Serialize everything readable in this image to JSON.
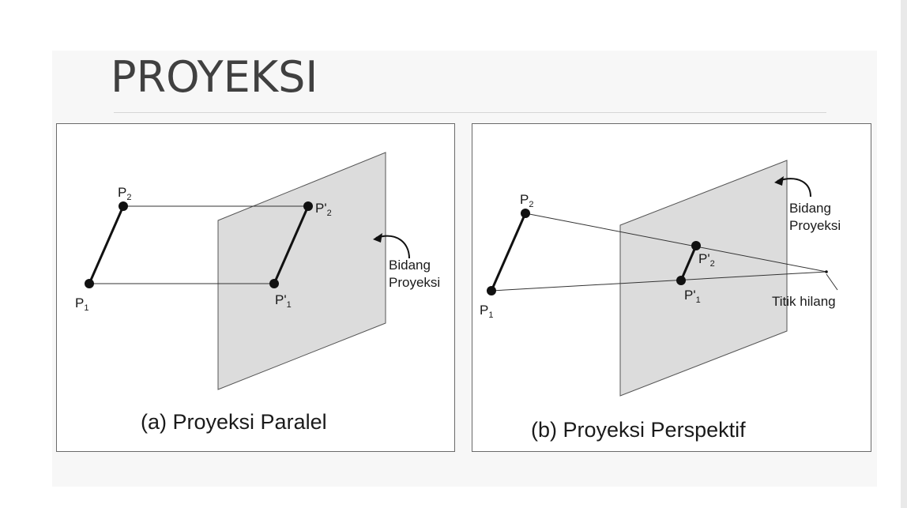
{
  "slide": {
    "title": "PROYEKSI"
  },
  "panel_a": {
    "caption_prefix": "(a)",
    "caption_text": "Proyeksi Paralel",
    "point_p1": {
      "base": "P",
      "sub": "1"
    },
    "point_p2": {
      "base": "P",
      "sub": "2"
    },
    "point_p1_proj": {
      "base": "P'",
      "sub": "1"
    },
    "point_p2_proj": {
      "base": "P'",
      "sub": "2"
    },
    "plane_label_line1": "Bidang",
    "plane_label_line2": "Proyeksi"
  },
  "panel_b": {
    "caption_prefix": "(b)",
    "caption_text": "Proyeksi Perspektif",
    "point_p1": {
      "base": "P",
      "sub": "1"
    },
    "point_p2": {
      "base": "P",
      "sub": "2"
    },
    "point_p1_proj": {
      "base": "P'",
      "sub": "1"
    },
    "point_p2_proj": {
      "base": "P'",
      "sub": "2"
    },
    "plane_label_line1": "Bidang",
    "plane_label_line2": "Proyeksi",
    "vanishing_label": "Titik hilang"
  },
  "colors": {
    "plane_fill": "#dcdcdc",
    "line": "#111111",
    "title": "#404040"
  }
}
